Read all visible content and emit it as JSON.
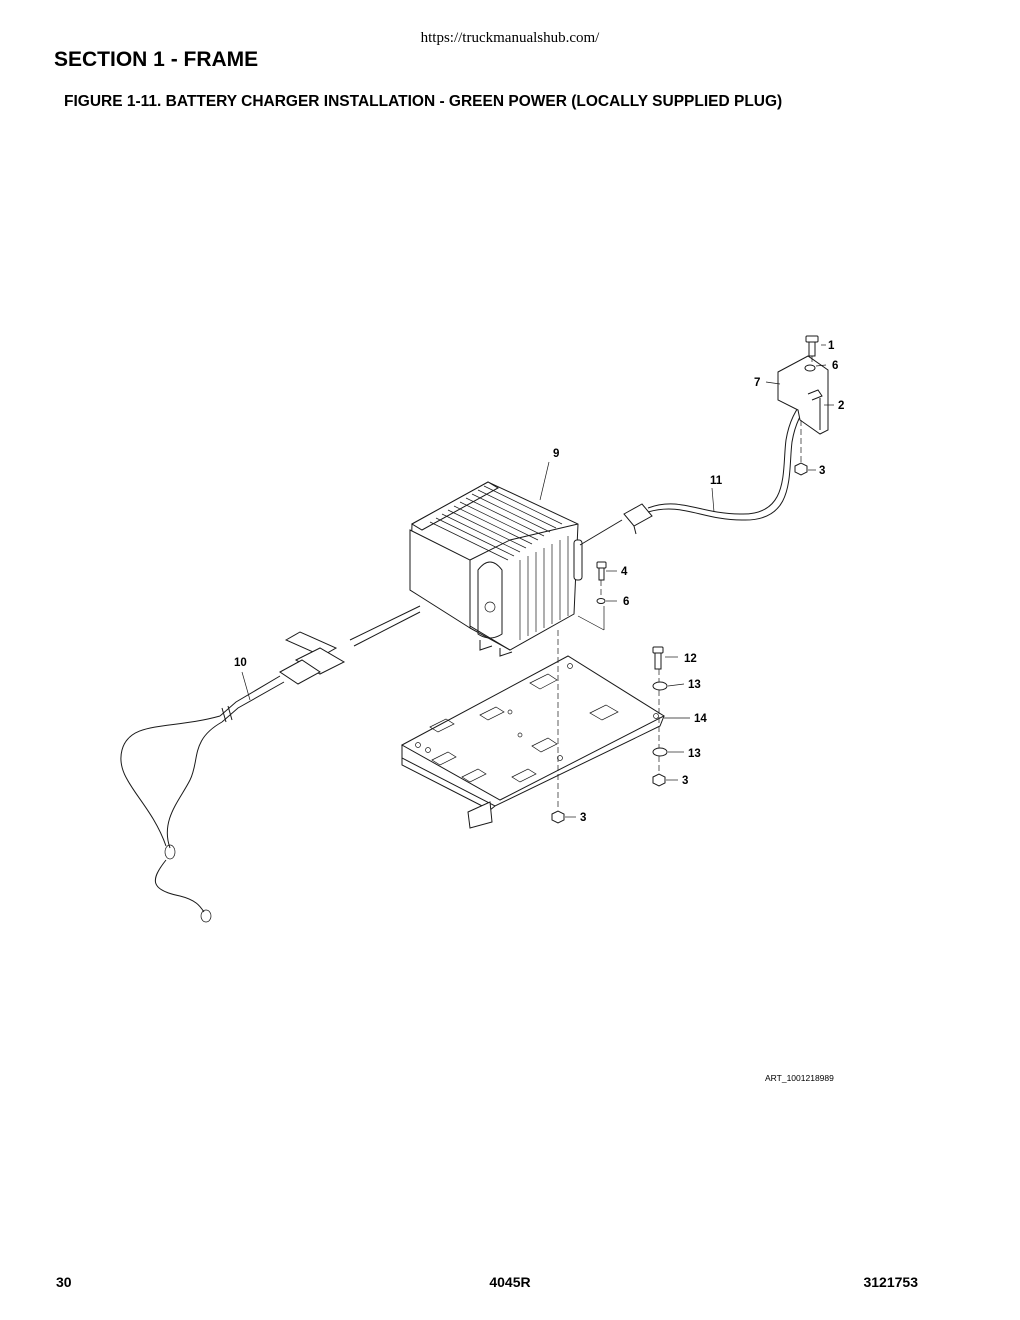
{
  "header": {
    "url": "https://truckmanualshub.com/",
    "section_title": "SECTION 1 - FRAME",
    "figure_title": "FIGURE 1-11. BATTERY CHARGER INSTALLATION - GREEN POWER (LOCALLY SUPPLIED PLUG)"
  },
  "diagram": {
    "callouts": {
      "c1": "1",
      "c6a": "6",
      "c7": "7",
      "c2": "2",
      "c3a": "3",
      "c9": "9",
      "c11": "11",
      "c4": "4",
      "c6b": "6",
      "c12": "12",
      "c10": "10",
      "c13a": "13",
      "c14": "14",
      "c13b": "13",
      "c3b": "3",
      "c3c": "3"
    },
    "art_number": "ART_1001218989"
  },
  "footer": {
    "page_number": "30",
    "model": "4045R",
    "document_number": "3121753"
  }
}
